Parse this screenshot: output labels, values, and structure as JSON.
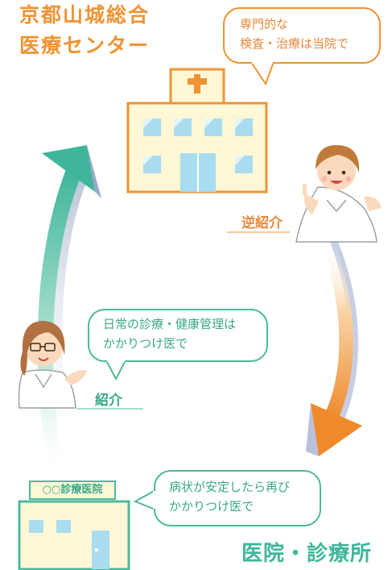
{
  "hospital": {
    "name_line1": "京都山城総合",
    "name_line2": "医療センター"
  },
  "bubble_hospital": {
    "line1": "専門的な",
    "line2": "検査・治療は当院で"
  },
  "reverse_referral_label": "逆紹介",
  "bubble_doctor": {
    "line1": "日常の診療・健康管理は",
    "line2": "かかりつけ医で"
  },
  "referral_label": "紹介",
  "clinic_sign": "○○診療医院",
  "bubble_clinic": {
    "line1": "病状が安定したら再び",
    "line2": "かかりつけ医で"
  },
  "clinic_title": "医院・診療所",
  "colors": {
    "orange": "#ee9433",
    "green": "#3fb69a",
    "window_blue": "#a9dcef",
    "building_fill": "#fff7d6"
  }
}
